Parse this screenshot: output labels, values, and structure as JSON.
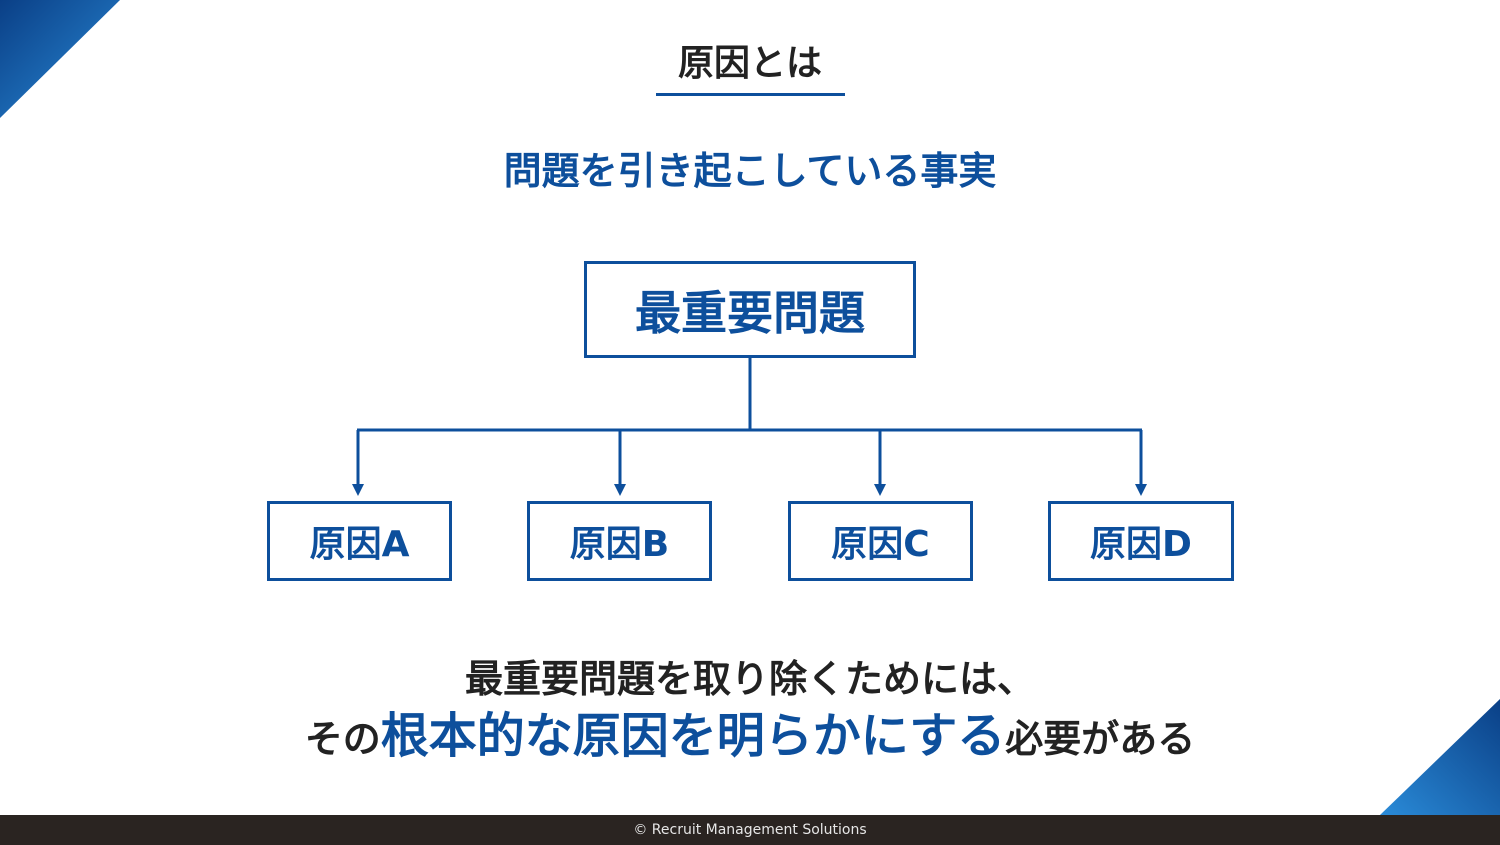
{
  "slide": {
    "title": "原因とは",
    "subtitle": "問題を引き起こしている事実"
  },
  "diagram": {
    "root": "最重要問題",
    "causes": [
      "原因A",
      "原因B",
      "原因C",
      "原因D"
    ]
  },
  "conclusion": {
    "line1": "最重要問題を取り除くためには、",
    "line2_prefix": "その",
    "line2_highlight": "根本的な原因を明らかにする",
    "line2_suffix": "必要がある"
  },
  "footer": {
    "copyright": "© Recruit Management Solutions"
  },
  "colors": {
    "accent": "#0d4f9c",
    "text": "#222222",
    "footer_bg": "#2a2421"
  }
}
